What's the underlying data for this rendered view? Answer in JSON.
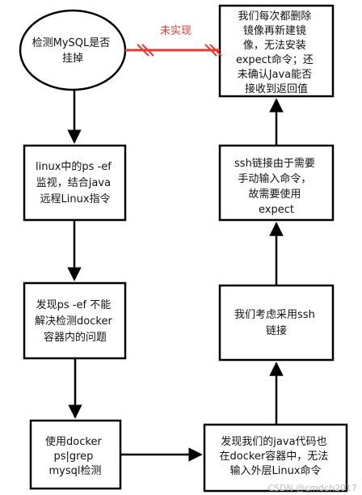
{
  "nodes": {
    "start": [
      "检测MySQL是否",
      "挂掉"
    ],
    "ps": [
      "linux中的ps -ef",
      "监视，结合java",
      "远程Linux指令"
    ],
    "docker_issue": [
      "发现ps -ef 不能",
      "解决检测docker",
      "容器内的问题"
    ],
    "grep": [
      "使用docker",
      "ps|grep",
      "mysql检测"
    ],
    "java_issue": [
      "发现我们的java代码也",
      "在docker容器中，无法",
      "输入外层Linux命令"
    ],
    "ssh": [
      "我们考虑采用ssh",
      "链接"
    ],
    "expect": [
      "ssh链接由于需要",
      "手动输入命令，",
      "故需要使用",
      "expect"
    ],
    "image": [
      "我们每次都删除",
      "镜像再新建镜",
      "像，无法安装",
      "expect命令；还",
      "未确认Java能否",
      "接收到返回值"
    ]
  },
  "annotation": "未实现",
  "watermark": "CSDN @cmdch2017",
  "colors": {
    "stroke": "#000000",
    "annotation": "#e53935",
    "background": "#ffffff"
  }
}
